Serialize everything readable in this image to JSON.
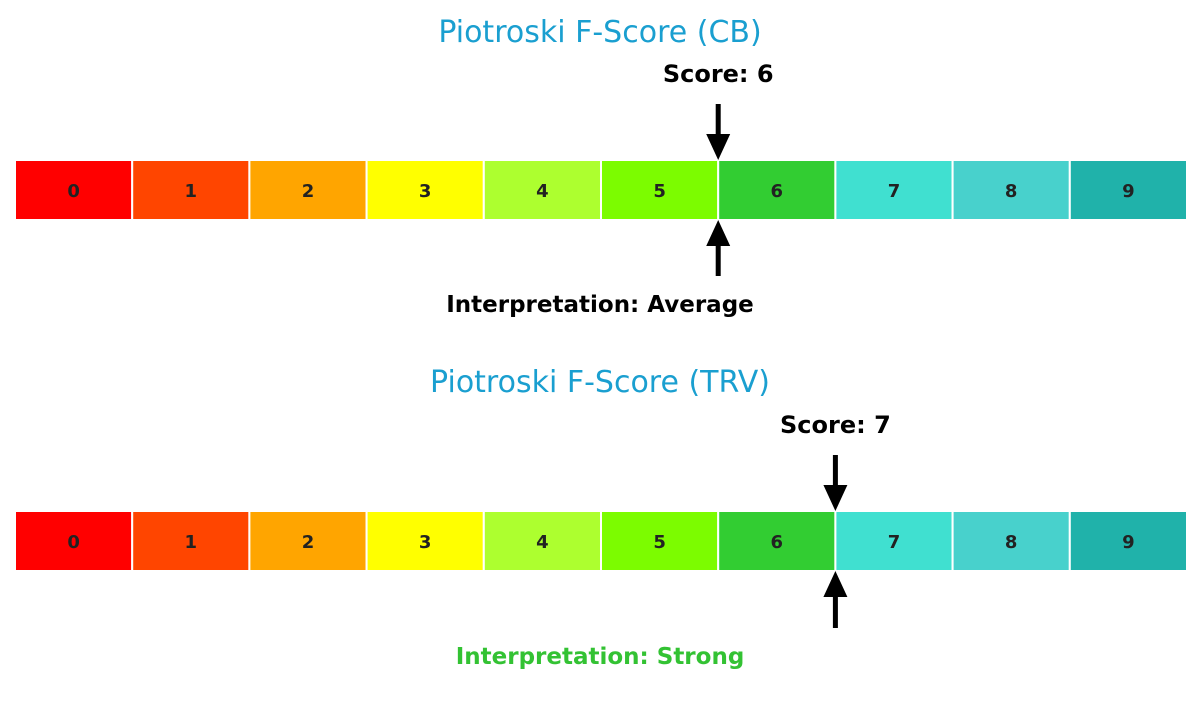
{
  "chart_data": [
    {
      "type": "gauge",
      "title": "Piotroski F-Score (CB)",
      "title_color": "#1a9fd0",
      "scale": [
        "0",
        "1",
        "2",
        "3",
        "4",
        "5",
        "6",
        "7",
        "8",
        "9"
      ],
      "score": 6,
      "score_label": "Score: 6",
      "interpretation": "Interpretation: Average",
      "interpretation_color": "#000000"
    },
    {
      "type": "gauge",
      "title": "Piotroski F-Score (TRV)",
      "title_color": "#1a9fd0",
      "scale": [
        "0",
        "1",
        "2",
        "3",
        "4",
        "5",
        "6",
        "7",
        "8",
        "9"
      ],
      "score": 7,
      "score_label": "Score: 7",
      "interpretation": "Interpretation: Strong",
      "interpretation_color": "#33c233"
    }
  ],
  "segment_colors": [
    "#ff0000",
    "#ff4500",
    "#ffa500",
    "#ffff00",
    "#adff2f",
    "#7cfc00",
    "#32cd32",
    "#40e0d0",
    "#48d1cc",
    "#20b2aa"
  ]
}
